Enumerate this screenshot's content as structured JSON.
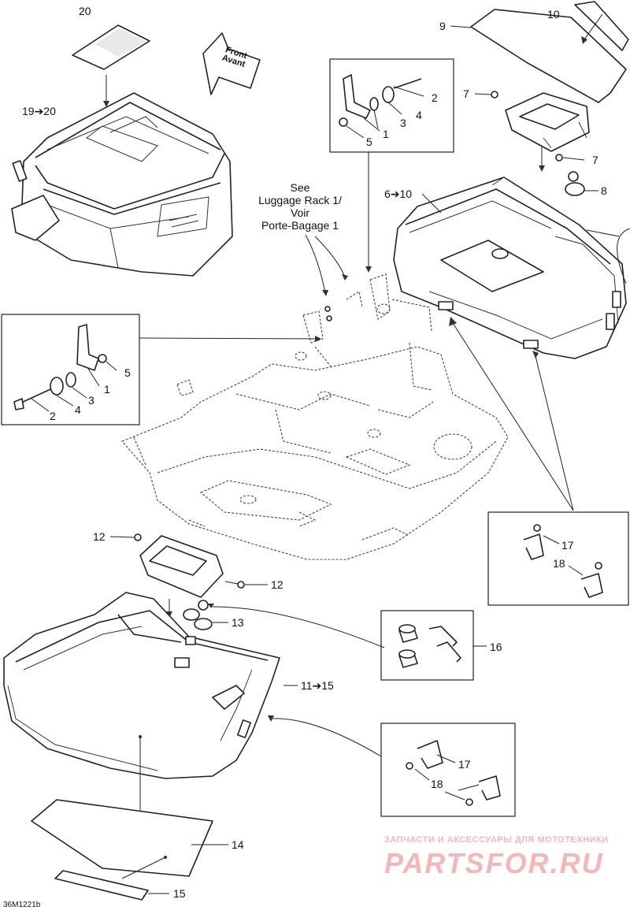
{
  "diagram": {
    "front_arrow": {
      "line1": "Front",
      "line2": "Avant"
    },
    "reference_note": {
      "line1": "See",
      "line2": "Luggage Rack 1/",
      "line3": "Voir",
      "line4": "Porte-Bagage 1"
    },
    "callouts": {
      "c20": "20",
      "c19_20": "19➔20",
      "c10_top": "10",
      "c9": "9",
      "c7_top": "7",
      "c7_right": "7",
      "c8": "8",
      "c6_10": "6➔10",
      "c2_top": "2",
      "c4_top": "4",
      "c3_top": "3",
      "c1_top": "1",
      "c5_top": "5",
      "c5_left": "5",
      "c1_left": "1",
      "c3_left": "3",
      "c4_left": "4",
      "c2_left": "2",
      "c12_top": "12",
      "c12_right": "12",
      "c13": "13",
      "c16": "16",
      "c11_15": "11➔15",
      "c17_upper": "17",
      "c18_upper": "18",
      "c17_lower": "17",
      "c18_lower": "18",
      "c14": "14",
      "c15": "15"
    },
    "figure_code": "36M1221b",
    "watermark": {
      "line1": "ЗАПЧАСТИ И АКСЕССУАРЫ ДЛЯ МОТОТЕХНИКИ",
      "line2": "PARTSFOR.RU"
    }
  }
}
